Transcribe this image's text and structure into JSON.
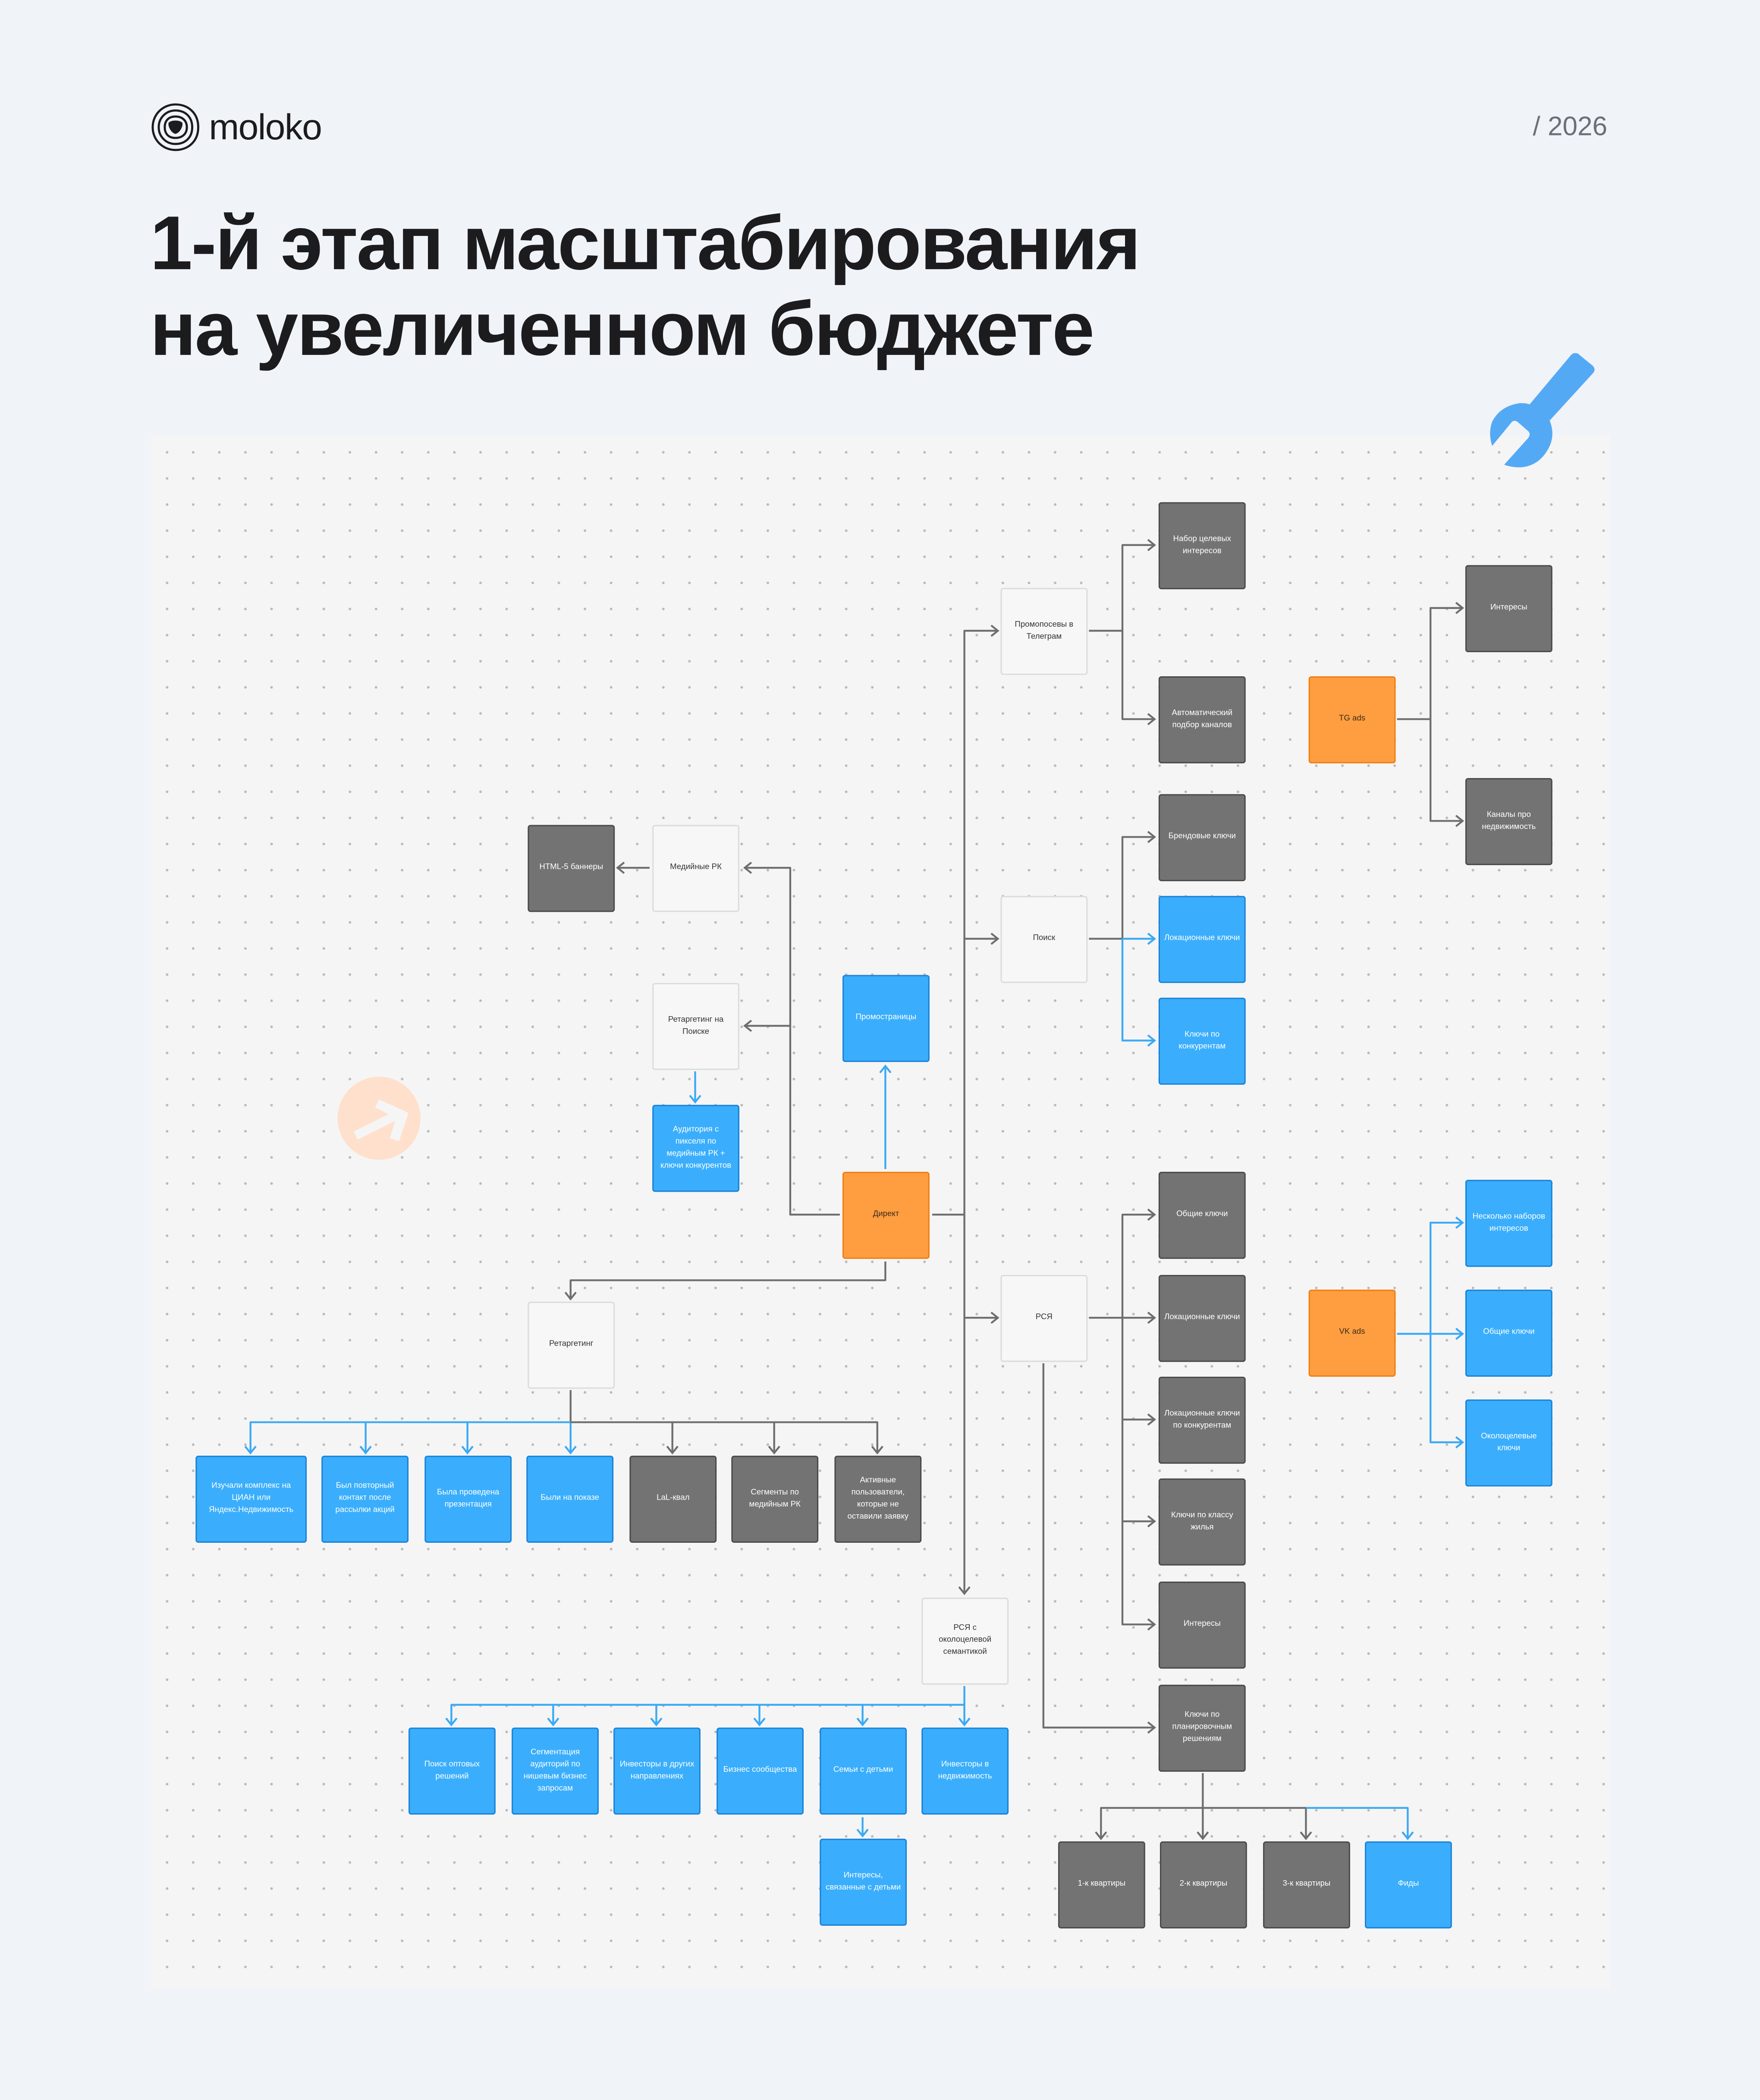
{
  "brand": {
    "name": "moloko"
  },
  "year": "/ 2026",
  "title": {
    "line1": "1-й этап масштабирования",
    "line2": "на увеличенном бюджете"
  },
  "colors": {
    "page_bg": "#f0f3f8",
    "canvas_bg": "#f5f5f5",
    "dark": "#737373",
    "blue": "#3aaefc",
    "orange": "#ff9e40",
    "edge_gray": "#6e6e6e",
    "edge_blue": "#3aa9f5",
    "wrench": "#54a9f5",
    "pointer": "#ffe0cc"
  },
  "icons": [
    "moloko-logo-icon",
    "wrench-icon",
    "arrow-pointer-icon"
  ],
  "nodes": [
    {
      "id": "nabor",
      "label": "Набор целевых интересов",
      "style": "dark"
    },
    {
      "id": "promoposevy",
      "label": "Промопосевы в Телеграм",
      "style": "white"
    },
    {
      "id": "auto",
      "label": "Автоматический подбор каналов",
      "style": "dark"
    },
    {
      "id": "tg_interests",
      "label": "Интересы",
      "style": "dark"
    },
    {
      "id": "tg_ads",
      "label": "TG ads",
      "style": "orange"
    },
    {
      "id": "tg_channels",
      "label": "Каналы про недвижимость",
      "style": "dark"
    },
    {
      "id": "brand_keys",
      "label": "Брендовые ключи",
      "style": "dark"
    },
    {
      "id": "html5",
      "label": "HTML-5 баннеры",
      "style": "dark"
    },
    {
      "id": "media",
      "label": "Медийные РК",
      "style": "white"
    },
    {
      "id": "search",
      "label": "Поиск",
      "style": "white"
    },
    {
      "id": "loc_keys_blue",
      "label": "Локационные ключи",
      "style": "blue"
    },
    {
      "id": "promopages",
      "label": "Промостраницы",
      "style": "blue"
    },
    {
      "id": "retarget_search",
      "label": "Ретаргетинг на Поиске",
      "style": "white"
    },
    {
      "id": "competitor_keys",
      "label": "Ключи по конкурентам",
      "style": "blue"
    },
    {
      "id": "pixel_audience",
      "label": "Аудитория с пикселя по медийным РК + ключи конкурентов",
      "style": "blue"
    },
    {
      "id": "direct",
      "label": "Директ",
      "style": "orange"
    },
    {
      "id": "rsya_common",
      "label": "Общие ключи",
      "style": "dark"
    },
    {
      "id": "vk_sets",
      "label": "Несколько наборов интересов",
      "style": "blue"
    },
    {
      "id": "rsya_loc",
      "label": "Локационные ключи",
      "style": "dark"
    },
    {
      "id": "rsya",
      "label": "РСЯ",
      "style": "white"
    },
    {
      "id": "vk_ads",
      "label": "VK ads",
      "style": "orange"
    },
    {
      "id": "vk_common",
      "label": "Общие ключи",
      "style": "blue"
    },
    {
      "id": "retarget",
      "label": "Ретаргетинг",
      "style": "white"
    },
    {
      "id": "rsya_loc_comp",
      "label": "Локационные ключи по конкурентам",
      "style": "dark"
    },
    {
      "id": "vk_near",
      "label": "Околоцелевые ключи",
      "style": "blue"
    },
    {
      "id": "rt_cian",
      "label": "Изучали комплекс на ЦИАН или Яндекс.Недвижимость",
      "style": "blue"
    },
    {
      "id": "rt_repeat",
      "label": "Был повторный контакт после рассылки акций",
      "style": "blue"
    },
    {
      "id": "rt_present",
      "label": "Была проведена презентация",
      "style": "blue"
    },
    {
      "id": "rt_show",
      "label": "Были на показе",
      "style": "blue"
    },
    {
      "id": "rt_lal",
      "label": "LaL-квал",
      "style": "dark"
    },
    {
      "id": "rt_segments",
      "label": "Сегменты по медийным РК",
      "style": "dark"
    },
    {
      "id": "rt_active",
      "label": "Активные пользователи, которые не оставили заявку",
      "style": "dark"
    },
    {
      "id": "rsya_class",
      "label": "Ключи по классу жилья",
      "style": "dark"
    },
    {
      "id": "rsya_interests",
      "label": "Интересы",
      "style": "dark"
    },
    {
      "id": "rsya_near",
      "label": "РСЯ с околоцелевой семантикой",
      "style": "white"
    },
    {
      "id": "rsya_plan",
      "label": "Ключи по планировочным решениям",
      "style": "dark"
    },
    {
      "id": "n_wholesale",
      "label": "Поиск оптовых решений",
      "style": "blue"
    },
    {
      "id": "n_segment",
      "label": "Сегментация аудиторий по нишевым бизнес запросам",
      "style": "blue"
    },
    {
      "id": "n_investors_other",
      "label": "Инвесторы в других направлениях",
      "style": "blue"
    },
    {
      "id": "n_business",
      "label": "Бизнес сообщества",
      "style": "blue"
    },
    {
      "id": "n_families",
      "label": "Семьи с детьми",
      "style": "blue"
    },
    {
      "id": "n_investors_re",
      "label": "Инвесторы в недвижимость",
      "style": "blue"
    },
    {
      "id": "n_kids",
      "label": "Интересы, связанные с детьми",
      "style": "blue"
    },
    {
      "id": "flat1",
      "label": "1-к квартиры",
      "style": "dark"
    },
    {
      "id": "flat2",
      "label": "2-к квартиры",
      "style": "dark"
    },
    {
      "id": "flat3",
      "label": "3-к квартиры",
      "style": "dark"
    },
    {
      "id": "feeds",
      "label": "Фиды",
      "style": "blue"
    }
  ]
}
